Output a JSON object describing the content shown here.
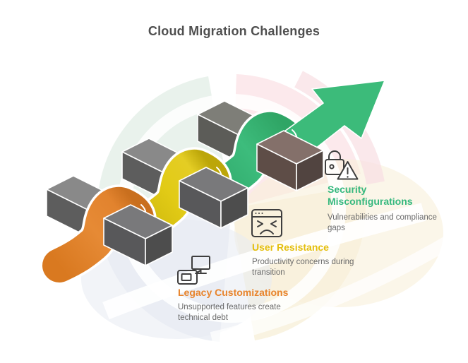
{
  "title": "Cloud Migration Challenges",
  "sections": {
    "legacy": {
      "title": "Legacy Customizations",
      "description": "Unsupported features create technical debt",
      "icon": "legacy-desktop-icon"
    },
    "user_resistance": {
      "title": "User Resistance",
      "description": "Productivity concerns during transition",
      "icon": "angry-browser-icon"
    },
    "security": {
      "title": "Security Misconfigurations",
      "description": "Vulnerabilities and compliance gaps",
      "icon": "lock-alert-icon"
    }
  },
  "palette": {
    "legacy_orange": "#E2832E",
    "resistance_yellow": "#DCC514",
    "security_green": "#3BB878",
    "legacy_title": "#E8842C",
    "resistance_title": "#E4BE0B",
    "security_title": "#35B87E",
    "heading_gray": "#4F4F4F",
    "body_gray": "#6A6A6A",
    "obstacle_gray": "#5F5F5F"
  }
}
